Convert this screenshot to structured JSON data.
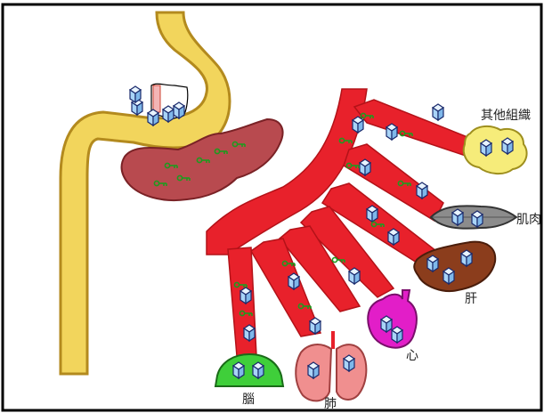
{
  "labels": {
    "other_tissue": "其他組織",
    "muscle": "肌肉",
    "liver": "肝",
    "heart": "心",
    "lung": "肺",
    "brain": "腦"
  },
  "colors": {
    "stomach": "#f2d55c",
    "stomach_outline": "#b38a1e",
    "pancreas": "#b84a4f",
    "vessel": "#e8212b",
    "brain": "#3fcf3a",
    "lung": "#f08f8f",
    "heart": "#e21ec8",
    "liver": "#8b3d1c",
    "muscle": "#8c8c8c",
    "other_tissue": "#f6ec7a",
    "glucose_cube": "#a9d4f7",
    "insulin_key": "#1f9a1f"
  },
  "icons": {
    "glucose": "sugar-cube-icon",
    "insulin": "key-icon"
  }
}
